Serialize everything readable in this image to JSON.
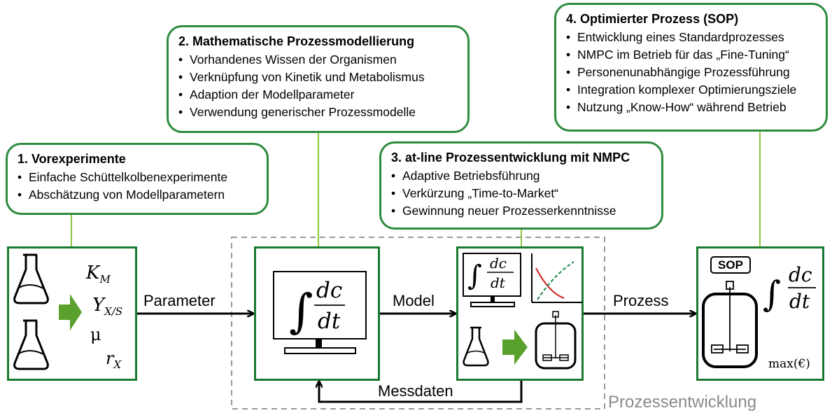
{
  "callouts": {
    "vorexperimente": {
      "title": "1. Vorexperimente",
      "items": [
        "Einfache Schüttelkolbenexperimente",
        "Abschätzung von Modellparametern"
      ]
    },
    "modellierung": {
      "title": "2. Mathematische Prozessmodellierung",
      "items": [
        "Vorhandenes Wissen der Organismen",
        "Verknüpfung von Kinetik und Metabolismus",
        "Adaption der Modellparameter",
        "Verwendung generischer Prozessmodelle"
      ]
    },
    "atline": {
      "title": "3. at-line Prozessentwicklung mit NMPC",
      "items": [
        "Adaptive Betriebsführung",
        "Verkürzung „Time-to-Market“",
        "Gewinnung neuer Prozesserkenntnisse"
      ]
    },
    "sop": {
      "title": "4. Optimierter Prozess (SOP)",
      "items": [
        "Entwicklung eines Standardprozesses",
        "NMPC im Betrieb für das „Fine-Tuning“",
        "Personenunabhängige Prozessführung",
        "Integration komplexer Optimierungsziele",
        "Nutzung „Know-How“ während Betrieb"
      ]
    }
  },
  "arrows": {
    "parameter": "Parameter",
    "model": "Model",
    "prozess": "Prozess",
    "messdaten": "Messdaten"
  },
  "region_label": "Prozessentwicklung",
  "stage1": {
    "k_m": "K",
    "k_m_sub": "M",
    "y_xs": "Y",
    "y_xs_sub": "X/S",
    "mu": "μ",
    "r_x": "r",
    "r_x_sub": "X"
  },
  "formula": {
    "dc": "dc",
    "dt": "dt"
  },
  "sop_badge": "SOP",
  "max_label": "max(€)",
  "colors": {
    "green_border": "#2e8b3e",
    "arrow_green": "#5aa02c",
    "curve_red": "#d62020",
    "curve_green": "#1f8a4a"
  }
}
